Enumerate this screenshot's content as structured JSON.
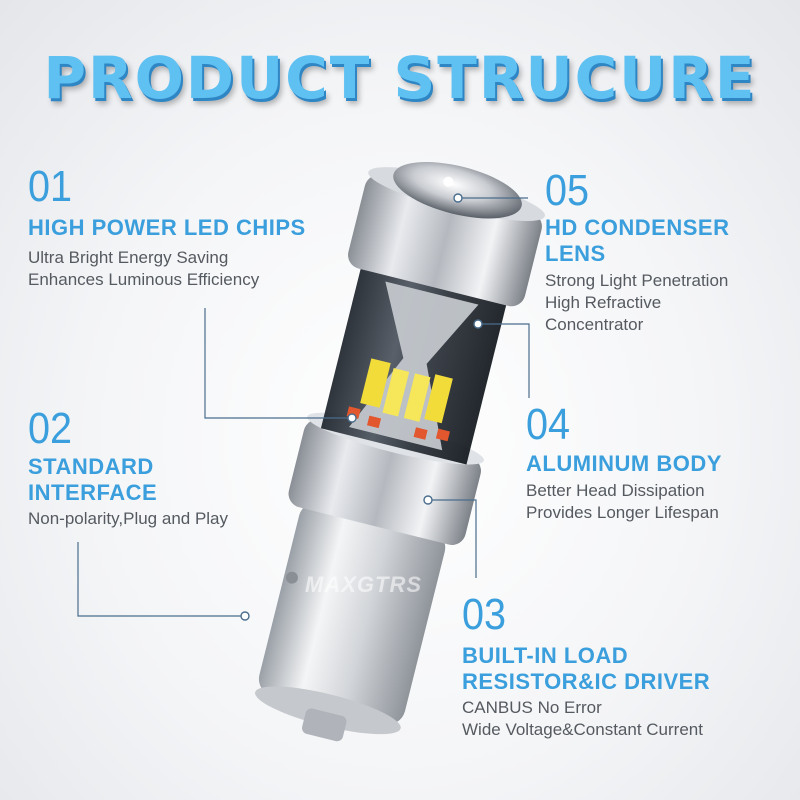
{
  "title": "PRODUCT STRUCURE",
  "watermark": "MAXGTRS",
  "features": [
    {
      "num": "01",
      "heading": "HIGH POWER LED CHIPS",
      "lines": [
        "Ultra Bright Energy Saving",
        "Enhances Luminous Efficiency"
      ]
    },
    {
      "num": "02",
      "heading_lines": [
        "STANDARD",
        "INTERFACE"
      ],
      "lines": [
        "Non-polarity,Plug and Play"
      ]
    },
    {
      "num": "03",
      "heading_lines": [
        "BUILT-IN LOAD",
        "RESISTOR&IC DRIVER"
      ],
      "lines": [
        "CANBUS No Error",
        "Wide Voltage&Constant Current"
      ]
    },
    {
      "num": "04",
      "heading": "ALUMINUM BODY",
      "lines": [
        "Better Head Dissipation",
        "Provides Longer Lifespan"
      ]
    },
    {
      "num": "05",
      "heading_lines": [
        "HD CONDENSER",
        "LENS"
      ],
      "lines": [
        "Strong Light Penetration",
        "High Refractive",
        "Concentrator"
      ]
    }
  ],
  "colors": {
    "accent": "#3a9fdc",
    "text": "#555a60",
    "line": "#4a6d8c"
  }
}
